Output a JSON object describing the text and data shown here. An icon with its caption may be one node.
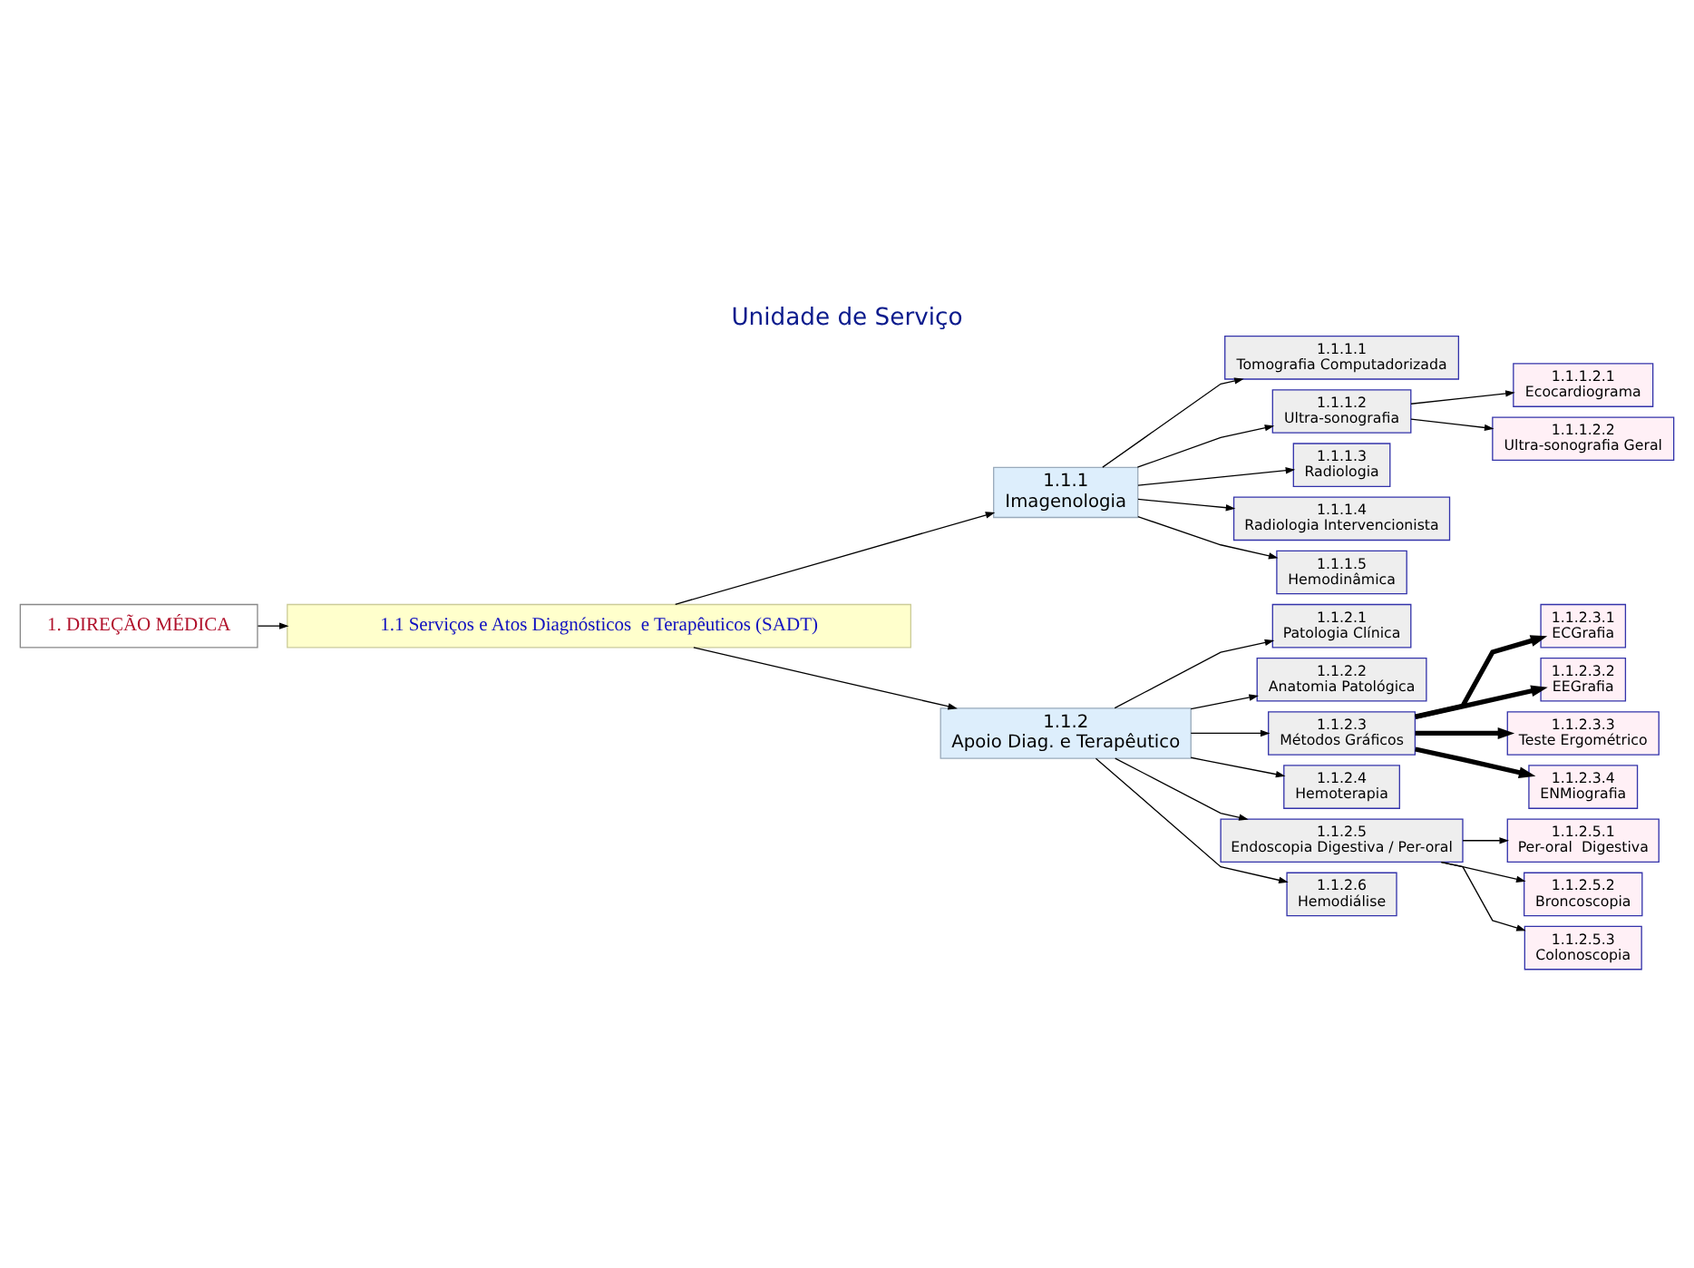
{
  "diagram": {
    "title": "Unidade de Serviço",
    "nodes": [
      {
        "text": [
          "1. DIREÇÃO MÉDICA"
        ]
      },
      {
        "text": [
          "1.1 Serviços e Atos Diagnósticos  e Terapêuticos (SADT)"
        ]
      },
      {
        "text": [
          "1.1.1",
          "Imagenologia"
        ]
      },
      {
        "text": [
          "1.1.1.1",
          "Tomografia Computadorizada"
        ]
      },
      {
        "text": [
          "1.1.1.2",
          "Ultra-sonografia"
        ]
      },
      {
        "text": [
          "1.1.1.2.1",
          "Ecocardiograma"
        ]
      },
      {
        "text": [
          "1.1.1.2.2",
          "Ultra-sonografia Geral"
        ]
      },
      {
        "text": [
          "1.1.1.3",
          "Radiologia"
        ]
      },
      {
        "text": [
          "1.1.1.4",
          "Radiologia Intervencionista"
        ]
      },
      {
        "text": [
          "1.1.1.5",
          "Hemodinâmica"
        ]
      },
      {
        "text": [
          "1.1.2",
          "Apoio Diag. e Terapêutico"
        ]
      },
      {
        "text": [
          "1.1.2.1",
          "Patologia Clínica"
        ]
      },
      {
        "text": [
          "1.1.2.2",
          "Anatomia Patológica"
        ]
      },
      {
        "text": [
          "1.1.2.3",
          "Métodos Gráficos"
        ]
      },
      {
        "text": [
          "1.1.2.3.1",
          "ECGrafia"
        ]
      },
      {
        "text": [
          "1.1.2.3.2",
          "EEGrafia"
        ]
      },
      {
        "text": [
          "1.1.2.3.3",
          "Teste Ergométrico"
        ]
      },
      {
        "text": [
          "1.1.2.3.4",
          "ENMiografia"
        ]
      },
      {
        "text": [
          "1.1.2.4",
          "Hemoterapia"
        ]
      },
      {
        "text": [
          "1.1.2.5",
          "Endoscopia Digestiva / Per-oral"
        ]
      },
      {
        "text": [
          "1.1.2.5.1",
          "Per-oral  Digestiva"
        ]
      },
      {
        "text": [
          "1.1.2.5.2",
          "Broncoscopia"
        ]
      },
      {
        "text": [
          "1.1.2.5.3",
          "Colonoscopia"
        ]
      },
      {
        "text": [
          "1.1.2.6",
          "Hemodiálise"
        ]
      }
    ],
    "edges": [
      {
        "from": 0,
        "to": 1,
        "arrow": "to"
      },
      {
        "from": 1,
        "to": 2,
        "arrow": "to"
      },
      {
        "from": 1,
        "to": 10,
        "arrow": "to"
      },
      {
        "from": 2,
        "to": 3,
        "arrow": "to"
      },
      {
        "from": 2,
        "to": 4,
        "arrow": "to"
      },
      {
        "from": 4,
        "to": 5,
        "arrow": "to"
      },
      {
        "from": 4,
        "to": 6,
        "arrow": "to"
      },
      {
        "from": 2,
        "to": 7,
        "arrow": "to"
      },
      {
        "from": 2,
        "to": 8,
        "arrow": "to"
      },
      {
        "from": 2,
        "to": 9,
        "arrow": "to"
      },
      {
        "from": 10,
        "to": 11,
        "arrow": "to"
      },
      {
        "from": 10,
        "to": 12,
        "arrow": "to"
      },
      {
        "from": 10,
        "to": 13,
        "arrow": "to"
      },
      {
        "from": 13,
        "to": 14,
        "arrow": "to",
        "style": "thick"
      },
      {
        "from": 13,
        "to": 15,
        "arrow": "to",
        "style": "thick"
      },
      {
        "from": 13,
        "to": 16,
        "arrow": "to",
        "style": "thick"
      },
      {
        "from": 13,
        "to": 17,
        "arrow": "to",
        "style": "thick"
      },
      {
        "from": 10,
        "to": 18,
        "arrow": "to"
      },
      {
        "from": 10,
        "to": 19,
        "arrow": "to"
      },
      {
        "from": 19,
        "to": 20,
        "arrow": "to"
      },
      {
        "from": 19,
        "to": 21,
        "arrow": "to"
      },
      {
        "from": 19,
        "to": 22,
        "arrow": "to"
      },
      {
        "from": 10,
        "to": 23,
        "arrow": "to"
      }
    ]
  }
}
